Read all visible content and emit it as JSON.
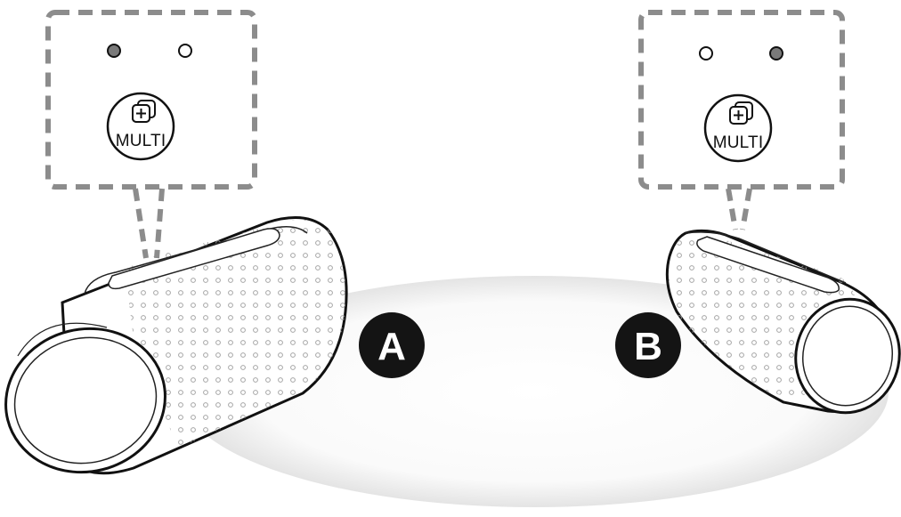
{
  "speakers": [
    {
      "id": "A",
      "badge_label": "A",
      "button_label": "MULTI",
      "button_icon": "multi-plus-icon",
      "indicator_states": [
        "on",
        "off"
      ]
    },
    {
      "id": "B",
      "badge_label": "B",
      "button_label": "MULTI",
      "button_icon": "multi-plus-icon",
      "indicator_states": [
        "off",
        "on"
      ]
    }
  ],
  "colors": {
    "indicator_on": "#7a7a7a",
    "indicator_off": "#ffffff",
    "callout_dash": "#8c8c8c",
    "badge_fill": "#141414",
    "badge_text": "#ffffff",
    "outline": "#111111",
    "floor_shadow": "#e6e6e6"
  }
}
